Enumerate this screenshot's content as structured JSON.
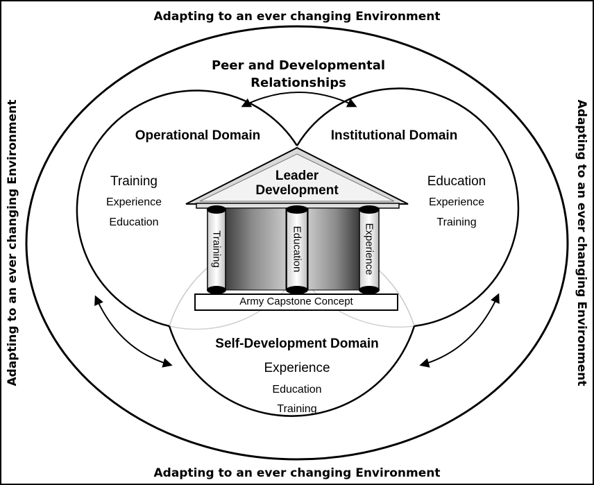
{
  "environment": {
    "top": "Adapting to an ever changing Environment",
    "bottom": "Adapting to an ever changing Environment",
    "left": "Adapting to an ever changing Environment",
    "right": "Adapting to an ever changing Environment"
  },
  "relationships": {
    "line1": "Peer and Developmental",
    "line2": "Relationships"
  },
  "operational": {
    "title": "Operational Domain",
    "items": [
      "Training",
      "Experience",
      "Education"
    ]
  },
  "institutional": {
    "title": "Institutional Domain",
    "items": [
      "Education",
      "Experience",
      "Training"
    ]
  },
  "self_development": {
    "title": "Self-Development Domain",
    "items": [
      "Experience",
      "Education",
      "Training"
    ]
  },
  "temple": {
    "roof_line1": "Leader",
    "roof_line2": "Development",
    "pillars": [
      "Training",
      "Education",
      "Experience"
    ],
    "base": "Army Capstone Concept"
  }
}
